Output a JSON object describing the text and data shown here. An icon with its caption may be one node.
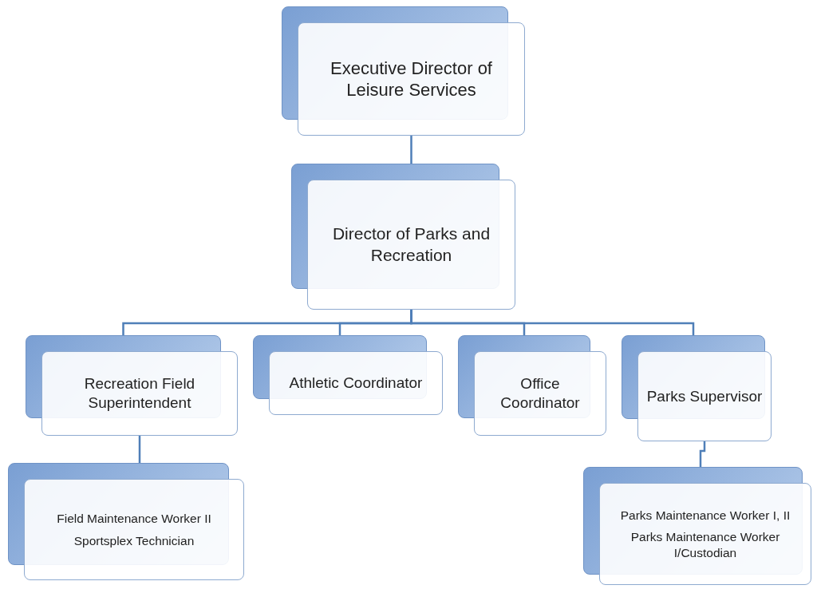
{
  "diagram": {
    "nodes": [
      {
        "text": [
          "Executive Director of Leisure Services"
        ]
      },
      {
        "text": [
          "Director of Parks and Recreation"
        ]
      },
      {
        "text": [
          "Recreation Field Superintendent"
        ]
      },
      {
        "text": [
          "Athletic Coordinator"
        ]
      },
      {
        "text": [
          "Office Coordinator"
        ]
      },
      {
        "text": [
          "Parks Supervisor"
        ]
      },
      {
        "text": [
          "Field Maintenance Worker II",
          "Sportsplex Technician"
        ]
      },
      {
        "text": [
          "Parks Maintenance Worker I, II",
          "Parks Maintenance Worker I/Custodian"
        ]
      }
    ],
    "edges": [
      {
        "from": 0,
        "to": 1,
        "arrow": "none"
      },
      {
        "from": 1,
        "to": 2,
        "arrow": "none"
      },
      {
        "from": 1,
        "to": 3,
        "arrow": "none"
      },
      {
        "from": 1,
        "to": 4,
        "arrow": "none"
      },
      {
        "from": 1,
        "to": 5,
        "arrow": "none"
      },
      {
        "from": 2,
        "to": 6,
        "arrow": "none"
      },
      {
        "from": 5,
        "to": 7,
        "arrow": "none"
      }
    ]
  }
}
